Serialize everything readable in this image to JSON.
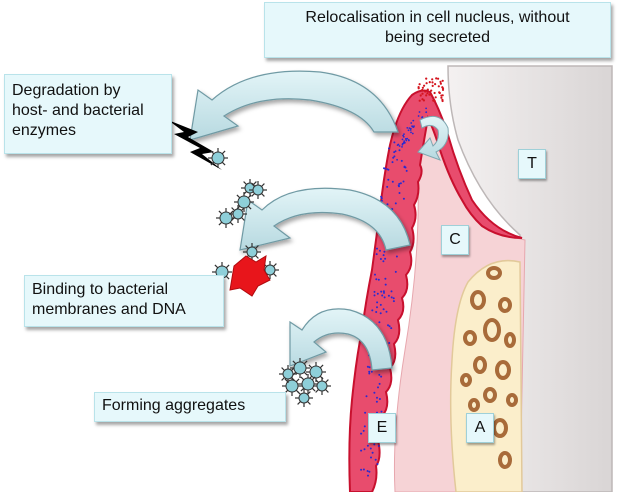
{
  "callouts": {
    "relocalisation": {
      "line1": "Relocalisation in cell nucleus, without",
      "line2": "being secreted"
    },
    "degradation": {
      "line1": "Degradation by",
      "line2": "host- and bacterial",
      "line3": "enzymes"
    },
    "binding": {
      "line1": "Binding to bacterial",
      "line2": "membranes and DNA"
    },
    "aggregates": {
      "line1": "Forming aggregates"
    }
  },
  "tissue_labels": {
    "T": "T",
    "C": "C",
    "E": "E",
    "A": "A"
  },
  "colors": {
    "epithelium": "#e84c6d",
    "epithelium_border": "#c8102e",
    "connective_tissue": "#f6d3d6",
    "tooth": "#e3e0e0",
    "bone": "#fbeecb",
    "bone_pore": "#a86b3a",
    "arrow_fill": "#cfe7ec",
    "peptide": "#8ecfd9",
    "bacterium": "#e8151b",
    "dots": "#2a2ad0"
  }
}
